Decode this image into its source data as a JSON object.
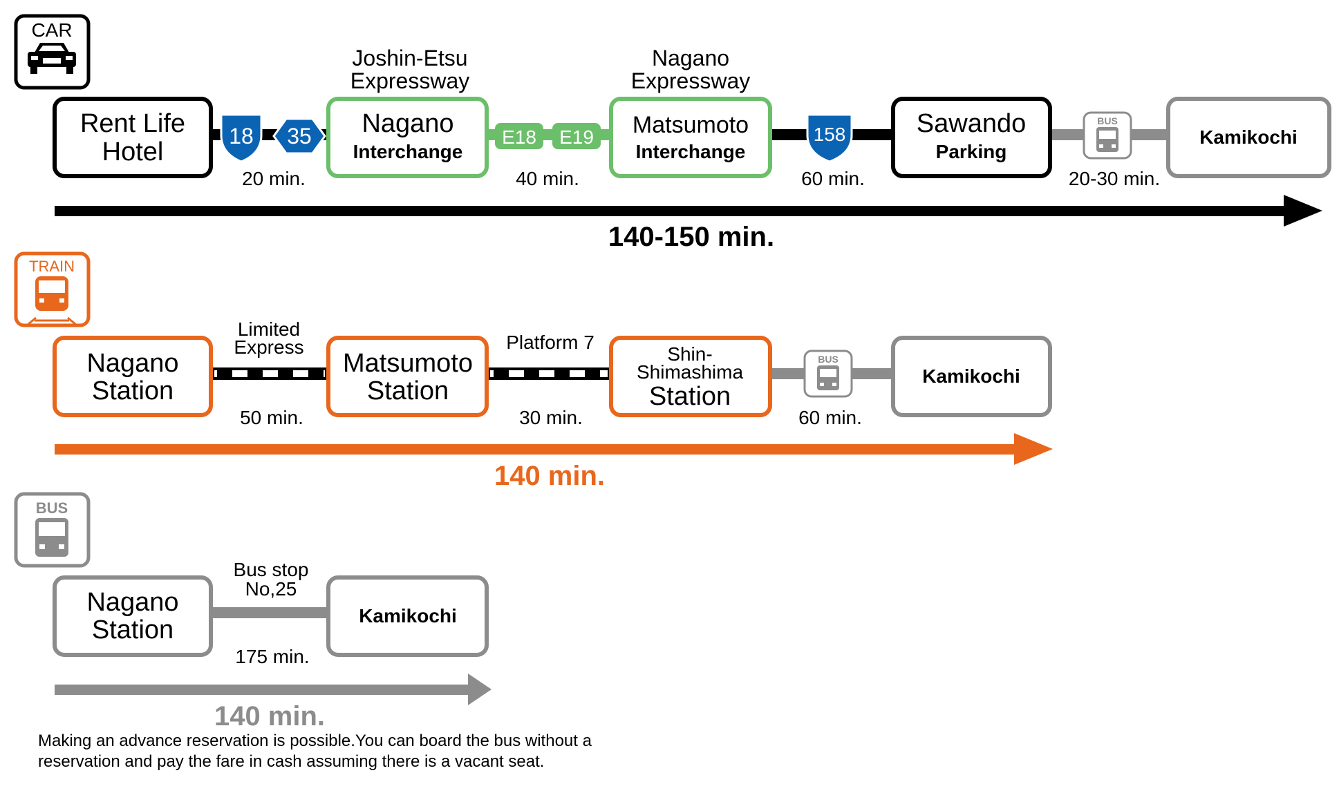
{
  "colors": {
    "car": "#000000",
    "train": "#e8671c",
    "bus": "#8c8c8c",
    "expressway": "#6cbf6a",
    "route_shield": "#0b63b4",
    "white": "#ffffff"
  },
  "car": {
    "icon_label": "CAR",
    "nodes": [
      {
        "line1": "Rent Life",
        "line2": "Hotel"
      },
      {
        "line1": "Nagano",
        "line2": "Interchange"
      },
      {
        "line1": "Matsumoto",
        "line2": "Interchange"
      },
      {
        "line1": "Sawando",
        "line2": "Parking"
      },
      {
        "line1": "Kamikochi"
      }
    ],
    "shields": [
      "18",
      "35",
      "E18",
      "E19",
      "158"
    ],
    "bus_icon_label": "BUS",
    "road_labels": {
      "joshin_line1": "Joshin-Etsu",
      "joshin_line2": "Expressway",
      "nagano_line1": "Nagano",
      "nagano_line2": "Expressway"
    },
    "segment_times": [
      "20 min.",
      "40 min.",
      "60 min.",
      "20-30 min."
    ],
    "total": "140-150 min."
  },
  "train": {
    "icon_label": "TRAIN",
    "nodes": [
      {
        "line1": "Nagano",
        "line2": "Station"
      },
      {
        "line1": "Matsumoto",
        "line2": "Station"
      },
      {
        "line1": "Shin-",
        "line2": "Shimashima",
        "line3": "Station"
      },
      {
        "line1": "Kamikochi"
      }
    ],
    "above_labels": {
      "limited_line1": "Limited",
      "limited_line2": "Express",
      "platform": "Platform 7"
    },
    "bus_icon_label": "BUS",
    "segment_times": [
      "50 min.",
      "30 min.",
      "60 min."
    ],
    "total": "140 min."
  },
  "bus": {
    "icon_label": "BUS",
    "nodes": [
      {
        "line1": "Nagano",
        "line2": "Station"
      },
      {
        "line1": "Kamikochi"
      }
    ],
    "above_label_line1": "Bus stop",
    "above_label_line2": "No,25",
    "segment_times": [
      "175 min."
    ],
    "total": "140 min.",
    "note_line1": "Making an advance reservation is possible.You can board the bus without a",
    "note_line2": "reservation and pay the fare in cash assuming there is a vacant seat."
  }
}
